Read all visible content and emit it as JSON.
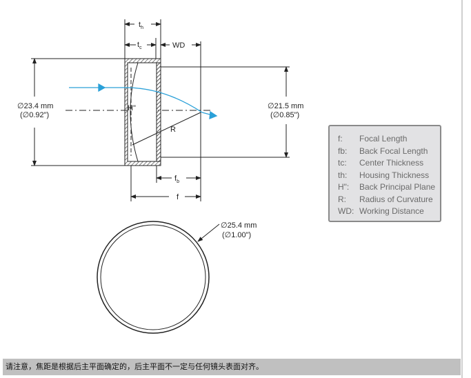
{
  "labels": {
    "th": "t",
    "th_sub": "h",
    "tc": "t",
    "tc_sub": "c",
    "wd": "WD",
    "fb": "f",
    "fb_sub": "b",
    "f": "f",
    "h2": "H\"",
    "r": "R",
    "left_dia_mm": "∅23.4 mm",
    "left_dia_in": "(∅0.92\")",
    "right_dia_mm": "∅21.5 mm",
    "right_dia_in": "(∅0.85\")",
    "outer_dia_mm": "∅25.4 mm",
    "outer_dia_in": "(∅1.00\")"
  },
  "legend": [
    {
      "key": "f:",
      "value": "Focal Length"
    },
    {
      "key": "fb:",
      "value": "Back Focal Length"
    },
    {
      "key": "tc:",
      "value": "Center Thickness"
    },
    {
      "key": "th:",
      "value": "Housing Thickness"
    },
    {
      "key": "H\":",
      "value": "Back Principal Plane"
    },
    {
      "key": "R:",
      "value": "Radius of Curvature"
    },
    {
      "key": "WD:",
      "value": "Working Distance"
    }
  ],
  "footer": "请注意，焦距是根据后主平面确定的，后主平面不一定与任何镜头表面对齐。",
  "colors": {
    "ray": "#2aa0d8",
    "legend_bg": "#e2e2e4",
    "footer_bg": "#c0c0c0"
  }
}
